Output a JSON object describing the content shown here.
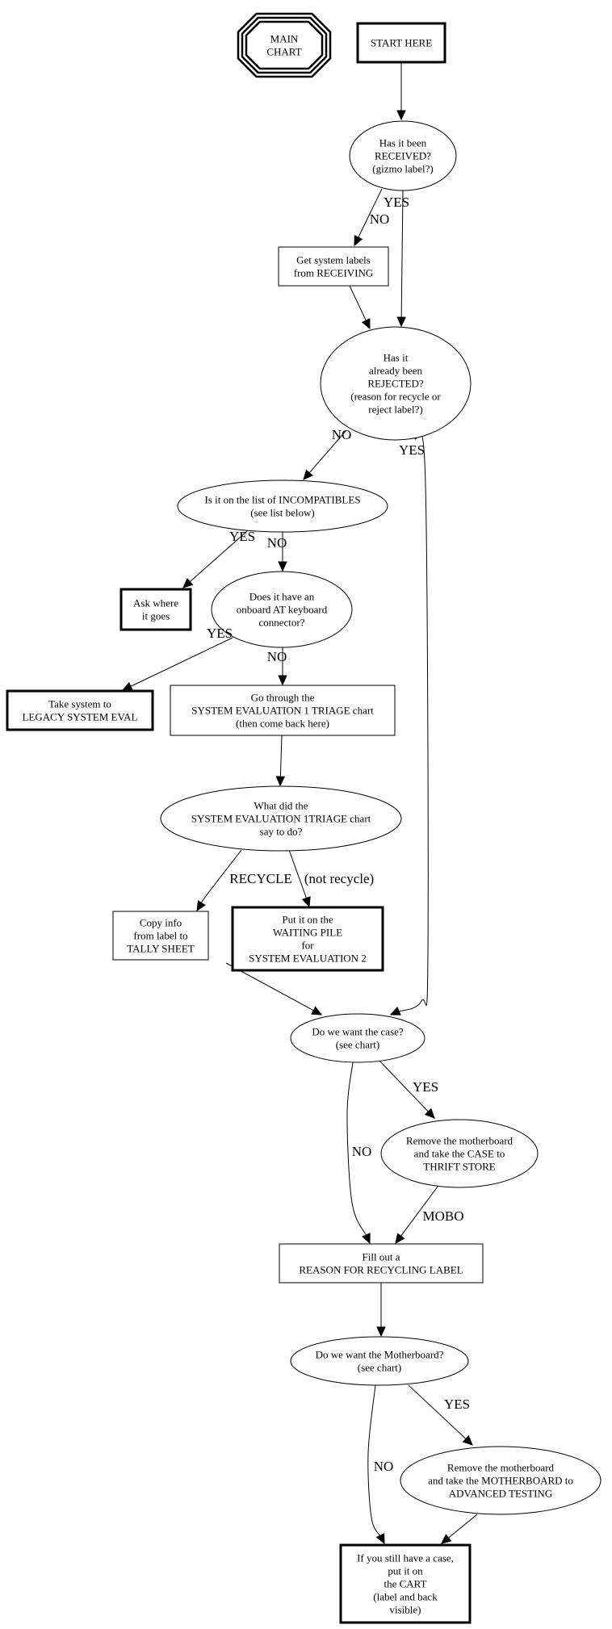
{
  "diagram": {
    "title": "MAIN CHART",
    "nodes": [
      {
        "id": "main_chart",
        "shape": "tripleoctagon",
        "lines": [
          "MAIN",
          "CHART"
        ]
      },
      {
        "id": "start_here",
        "shape": "box-bold",
        "lines": [
          "START HERE"
        ]
      },
      {
        "id": "received",
        "shape": "ellipse",
        "lines": [
          "Has it been",
          "RECEIVED?",
          "(gizmo label?)"
        ]
      },
      {
        "id": "get_labels",
        "shape": "box",
        "lines": [
          "Get system labels",
          "from RECEIVING"
        ]
      },
      {
        "id": "rejected",
        "shape": "ellipse",
        "lines": [
          "Has it",
          "already been",
          "REJECTED?",
          "(reason for recycle or",
          "reject label?)"
        ]
      },
      {
        "id": "incompatibles",
        "shape": "ellipse",
        "lines": [
          "Is it on the list of INCOMPATIBLES",
          "(see list below)"
        ]
      },
      {
        "id": "ask_where",
        "shape": "box-bold",
        "lines": [
          "Ask where",
          "it goes"
        ]
      },
      {
        "id": "at_keyboard",
        "shape": "ellipse",
        "lines": [
          "Does it have an",
          "onboard AT keyboard",
          "connector?"
        ]
      },
      {
        "id": "legacy_eval",
        "shape": "box-bold",
        "lines": [
          "Take system to",
          "LEGACY SYSTEM EVAL"
        ]
      },
      {
        "id": "triage_chart",
        "shape": "box",
        "lines": [
          "Go through the",
          "SYSTEM EVALUATION 1 TRIAGE chart",
          "(then come back here)"
        ]
      },
      {
        "id": "triage_result",
        "shape": "ellipse",
        "lines": [
          "What did the",
          "SYSTEM EVALUATION 1TRIAGE chart",
          "say to do?"
        ]
      },
      {
        "id": "copy_info",
        "shape": "box",
        "lines": [
          "Copy info",
          "from label to",
          "TALLY SHEET"
        ]
      },
      {
        "id": "waiting_pile",
        "shape": "box-bold",
        "lines": [
          "Put it on the",
          "WAITING PILE",
          "for",
          "SYSTEM EVALUATION 2"
        ]
      },
      {
        "id": "want_case",
        "shape": "ellipse",
        "lines": [
          "Do we want the case?",
          "(see chart)"
        ]
      },
      {
        "id": "thrift_store",
        "shape": "ellipse",
        "lines": [
          "Remove the motherboard",
          "and take the CASE to",
          "THRIFT STORE"
        ]
      },
      {
        "id": "recycling_label",
        "shape": "box",
        "lines": [
          "Fill out a",
          "REASON FOR RECYCLING LABEL"
        ]
      },
      {
        "id": "want_mobo",
        "shape": "ellipse",
        "lines": [
          "Do we want the Motherboard?",
          "(see chart)"
        ]
      },
      {
        "id": "advanced_testing",
        "shape": "ellipse",
        "lines": [
          "Remove the motherboard",
          "and take the MOTHERBOARD to",
          "ADVANCED TESTING"
        ]
      },
      {
        "id": "cart",
        "shape": "box-bold",
        "lines": [
          "If you still have a case,",
          "put it on",
          "the CART",
          "(label and back",
          "visible)"
        ]
      }
    ],
    "edges": [
      {
        "from": "start_here",
        "to": "received",
        "label": ""
      },
      {
        "from": "received",
        "to": "get_labels",
        "label": "NO"
      },
      {
        "from": "received",
        "to": "rejected",
        "label": "YES"
      },
      {
        "from": "get_labels",
        "to": "rejected",
        "label": ""
      },
      {
        "from": "rejected",
        "to": "incompatibles",
        "label": "NO"
      },
      {
        "from": "rejected",
        "to": "want_case",
        "label": "YES"
      },
      {
        "from": "incompatibles",
        "to": "ask_where",
        "label": "YES"
      },
      {
        "from": "incompatibles",
        "to": "at_keyboard",
        "label": "NO"
      },
      {
        "from": "at_keyboard",
        "to": "legacy_eval",
        "label": "YES"
      },
      {
        "from": "at_keyboard",
        "to": "triage_chart",
        "label": "NO"
      },
      {
        "from": "triage_chart",
        "to": "triage_result",
        "label": ""
      },
      {
        "from": "triage_result",
        "to": "copy_info",
        "label": "RECYCLE"
      },
      {
        "from": "triage_result",
        "to": "waiting_pile",
        "label": "(not recycle)"
      },
      {
        "from": "copy_info",
        "to": "want_case",
        "label": ""
      },
      {
        "from": "want_case",
        "to": "thrift_store",
        "label": "YES"
      },
      {
        "from": "want_case",
        "to": "recycling_label",
        "label": "NO"
      },
      {
        "from": "thrift_store",
        "to": "recycling_label",
        "label": "MOBO"
      },
      {
        "from": "recycling_label",
        "to": "want_mobo",
        "label": ""
      },
      {
        "from": "want_mobo",
        "to": "advanced_testing",
        "label": "YES"
      },
      {
        "from": "want_mobo",
        "to": "cart",
        "label": "NO"
      },
      {
        "from": "advanced_testing",
        "to": "cart",
        "label": ""
      }
    ]
  }
}
